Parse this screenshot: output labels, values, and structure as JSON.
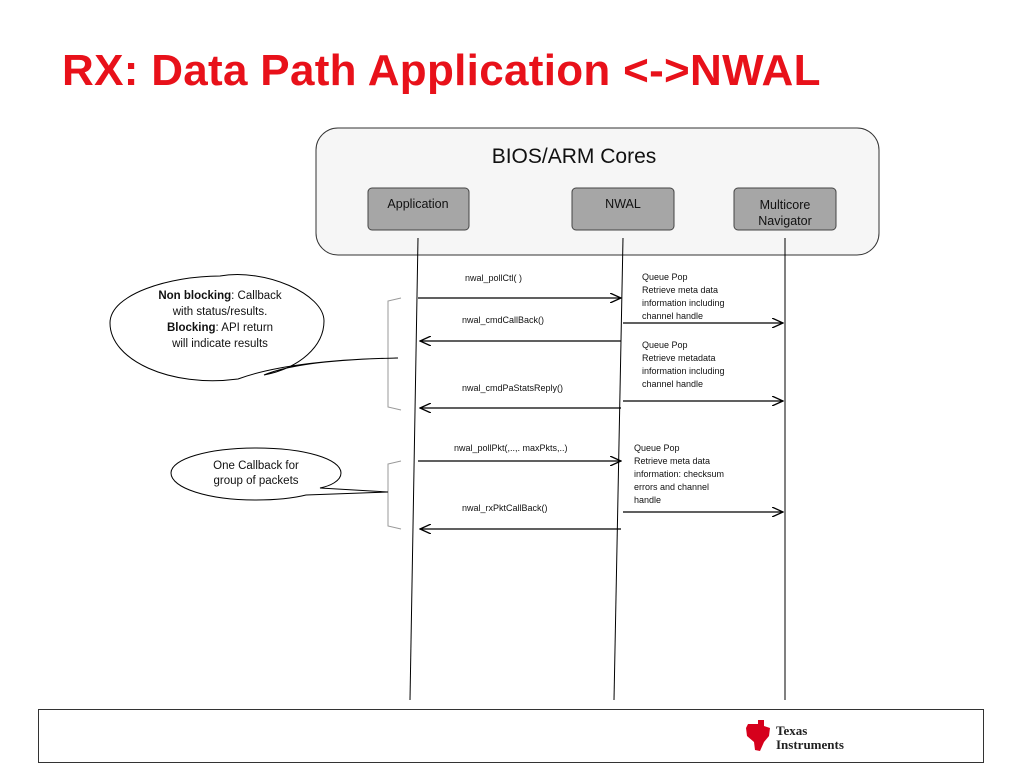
{
  "title": "RX: Data Path Application <->NWAL",
  "group": {
    "title": "BIOS/ARM Cores"
  },
  "participants": {
    "application": [
      "Application"
    ],
    "nwal": [
      "NWAL"
    ],
    "navigator": [
      "Multicore",
      "Navigator"
    ]
  },
  "messages": {
    "poll_ctl": "nwal_pollCtl( )",
    "cmd_callback": "nwal_cmdCallBack()",
    "pa_stats_reply": "nwal_cmdPaStatsReply()",
    "poll_pkt": "nwal_pollPkt(,..,. maxPkts,..)",
    "rx_pkt_callback": "nwal_rxPktCallBack()"
  },
  "notes": {
    "note1": [
      "Queue Pop",
      "Retrieve meta data",
      "information including",
      "channel  handle"
    ],
    "note2": [
      "Queue Pop",
      "Retrieve metadata",
      "information including",
      "channel handle"
    ],
    "note3": [
      "Queue Pop",
      "Retrieve meta data",
      "information: checksum",
      "errors  and channel",
      "handle"
    ]
  },
  "callouts": {
    "callout1": {
      "non_blocking_bold": "Non blocking",
      "non_blocking_rest": ": Callback",
      "line2": "with status/results.",
      "blocking_bold": "Blocking",
      "blocking_rest": ": API return",
      "line4": "will indicate results"
    },
    "callout2": [
      "One Callback for",
      "group of packets"
    ]
  },
  "logo": {
    "line1": "Texas",
    "line2": "Instruments"
  },
  "colors": {
    "title": "#e8111a",
    "box_fill": "#a6a6a6",
    "logo_red": "#d6001c"
  }
}
